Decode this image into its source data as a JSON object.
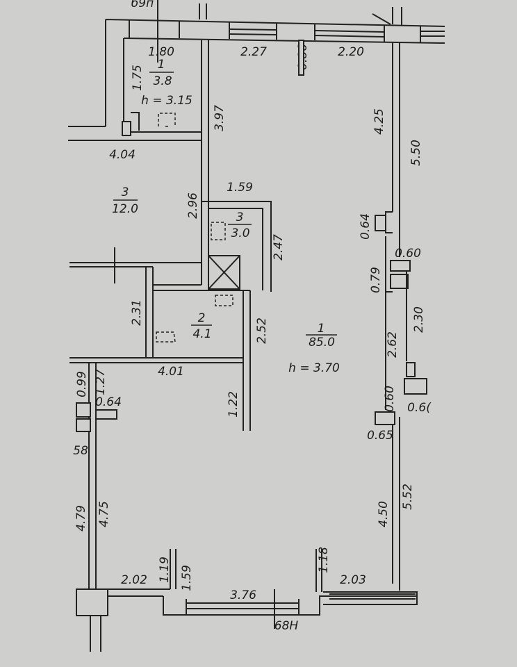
{
  "plan": {
    "top_marker": "б9п",
    "bottom_marker": "68Н",
    "rooms": [
      {
        "number": "1",
        "area": "3.8",
        "height": "h = 3.15"
      },
      {
        "number": "3",
        "area": "12.0"
      },
      {
        "number": "3",
        "area": "3.0"
      },
      {
        "number": "2",
        "area": "4.1"
      },
      {
        "number": "1",
        "area": "85.0",
        "height": "h = 3.70"
      }
    ],
    "dimensions": {
      "d180": "1.80",
      "d175": "1.75",
      "d227": "2.27",
      "d086": "0.86",
      "d220": "2.20",
      "d397": "3.97",
      "d425": "4.25",
      "d550": "5.50",
      "d404": "4.04",
      "d159a": "1.59",
      "d296": "2.96",
      "d247": "2.47",
      "d064a": "0.64",
      "d060a": "0.60",
      "d079": "0.79",
      "d230": "2.30",
      "d231": "2.31",
      "d252": "2.52",
      "d262": "2.62",
      "d401": "4.01",
      "d127": "1.27",
      "d099": "0.99",
      "d064b": "0.64",
      "d122": "1.22",
      "d060b": "0.60",
      "d060c": "0.6(",
      "d065": "0.65",
      "d58": "58",
      "d479": "4.79",
      "d475": "4.75",
      "d450": "4.50",
      "d552": "5.52",
      "d119": "1.19",
      "d159b": "1.59",
      "d118": "1.18",
      "d202": "2.02",
      "d376": "3.76",
      "d203": "2.03"
    }
  }
}
